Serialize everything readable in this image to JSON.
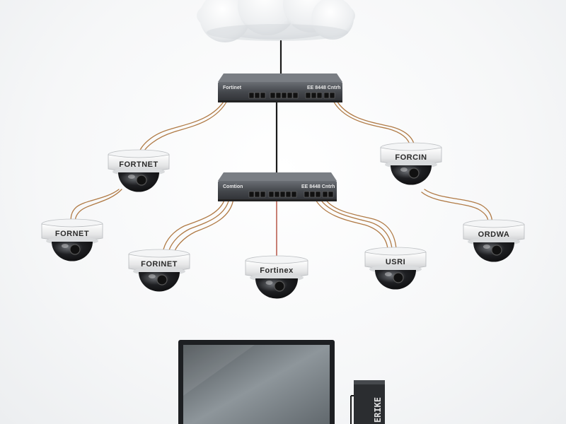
{
  "colors": {
    "cable_copper": "#b07a45",
    "cable_red": "#b24a3a",
    "backbone": "#1a1a1a",
    "switch_body": "#4a4d52",
    "camera_shell": "#e9eaeb",
    "monitor_frame": "#1d1f22"
  },
  "icons": {
    "cloud": "cloud-icon",
    "switch": "network-switch-icon",
    "camera": "dome-camera-icon",
    "monitor": "monitor-icon",
    "recorder": "nvr-tower-icon"
  },
  "switches": [
    {
      "id": "top",
      "brand": "Fortinet",
      "model": "EE 8448 Cntrh"
    },
    {
      "id": "mid",
      "brand": "Comtion",
      "model": "EE 8448 Cntrh"
    }
  ],
  "cameras": [
    {
      "id": "cam-tl",
      "label": "FORTNET"
    },
    {
      "id": "cam-tr",
      "label": "FORCIN"
    },
    {
      "id": "cam-ml",
      "label": "FORNET"
    },
    {
      "id": "cam-mr",
      "label": "ORDWA"
    },
    {
      "id": "cam-b1",
      "label": "FORINET"
    },
    {
      "id": "cam-b2",
      "label": "Fortinex"
    },
    {
      "id": "cam-b3",
      "label": "USRI"
    }
  ],
  "recorder": {
    "label": "ERIKE"
  }
}
